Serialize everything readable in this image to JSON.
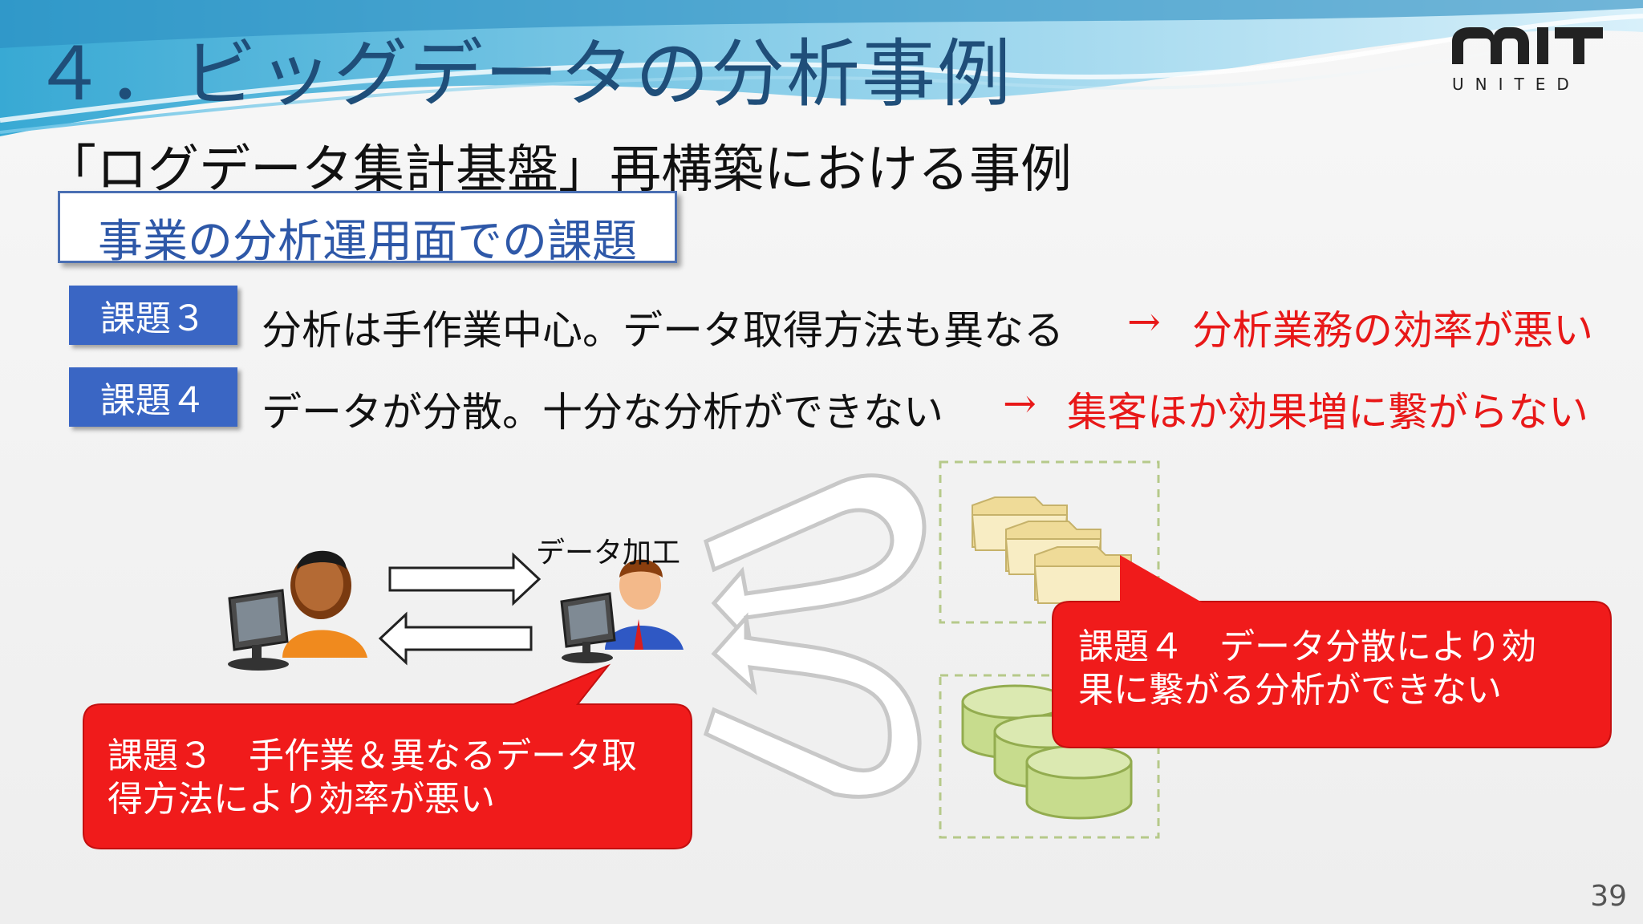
{
  "slide": {
    "title": "４．ビッグデータの分析事例",
    "subtitle": "「ログデータ集計基盤」再構築における事例",
    "section_label": "事業の分析運用面での課題",
    "logo": {
      "top": "MIT",
      "bottom": "UNITED"
    },
    "page_number": "39"
  },
  "issues": [
    {
      "tag": "課題３",
      "text": "分析は手作業中心。データ取得方法も異なる",
      "arrow": "→",
      "result": "分析業務の効率が悪い"
    },
    {
      "tag": "課題４",
      "text": "データが分散。十分な分析ができない",
      "arrow": "→",
      "result": "集客ほか効果増に繋がらない"
    }
  ],
  "diagram": {
    "process_label": "データ加工",
    "callouts": [
      {
        "lines": [
          "課題３　手作業＆異なるデータ取",
          "得方法により効率が悪い"
        ]
      },
      {
        "lines": [
          "課題４　データ分散により効",
          "果に繋がる分析ができない"
        ]
      }
    ]
  },
  "colors": {
    "title": "#1f4e79",
    "accent_blue": "#3a66c4",
    "result_red": "#e81818",
    "callout_red": "#f01b1b",
    "folder": "#f3e3a6",
    "database": "#c7dc8d"
  }
}
